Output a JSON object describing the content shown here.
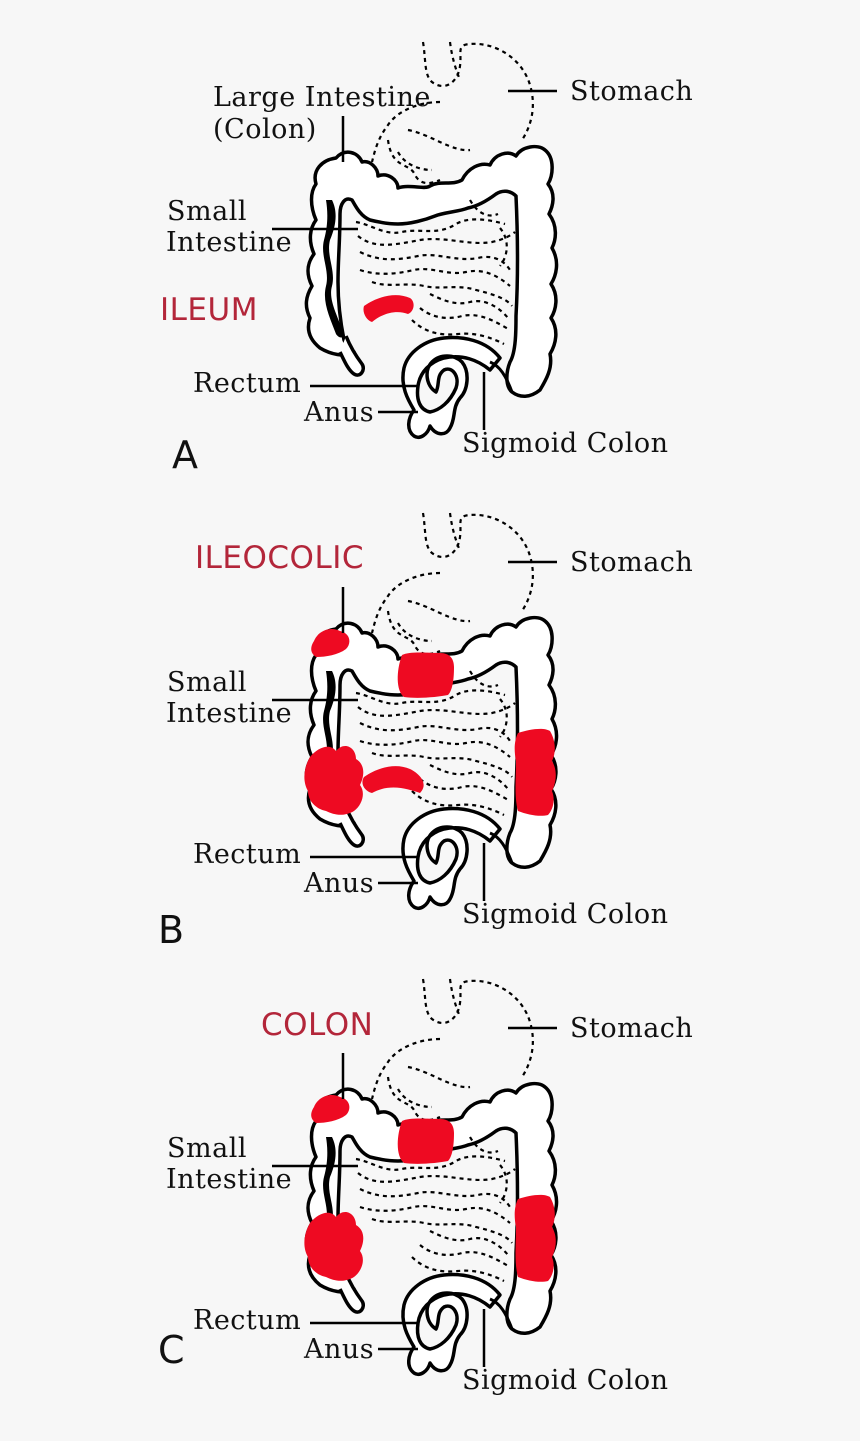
{
  "colors": {
    "background": "#f7f7f7",
    "lesion_fill": "#ee0a22",
    "highlight_text": "#b3263a",
    "outline": "#000000"
  },
  "labels": {
    "large_intestine_line1": "Large Intestine",
    "large_intestine_line2": "(Colon)",
    "stomach": "Stomach",
    "small_intestine_line1": "Small",
    "small_intestine_line2": "Intestine",
    "rectum": "Rectum",
    "anus": "Anus",
    "sigmoid_colon": "Sigmoid Colon"
  },
  "panels": [
    {
      "id": "A",
      "letter": "A",
      "highlight": "ILEUM",
      "lesion_sites": [
        "terminal-ileum"
      ]
    },
    {
      "id": "B",
      "letter": "B",
      "highlight": "ILEOCOLIC",
      "lesion_sites": [
        "terminal-ileum",
        "cecum",
        "ascending-colon",
        "transverse-colon",
        "descending-colon"
      ]
    },
    {
      "id": "C",
      "letter": "C",
      "highlight": "COLON",
      "lesion_sites": [
        "cecum",
        "ascending-colon",
        "transverse-colon",
        "descending-colon"
      ]
    }
  ]
}
